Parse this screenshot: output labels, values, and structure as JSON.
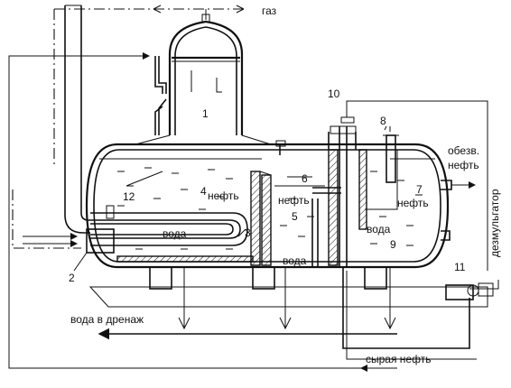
{
  "labels": {
    "gas": "газ",
    "oil_4": "нефть",
    "oil_5": "нефть",
    "oil_7": "нефть",
    "water_coil": "вода",
    "water_5": "вода",
    "water_9": "вода",
    "dehydrated_oil_line1": "обезв.",
    "dehydrated_oil_line2": "нефть",
    "demulsifier": "дезмульгатор",
    "water_drain": "вода в дренаж",
    "crude_oil": "сырая нефть"
  },
  "numbers": {
    "n1": "1",
    "n2": "2",
    "n3": "3",
    "n4": "4",
    "n5": "5",
    "n6": "6",
    "n7": "7",
    "n8": "8",
    "n9": "9",
    "n10": "10",
    "n11": "11",
    "n12": "12"
  }
}
